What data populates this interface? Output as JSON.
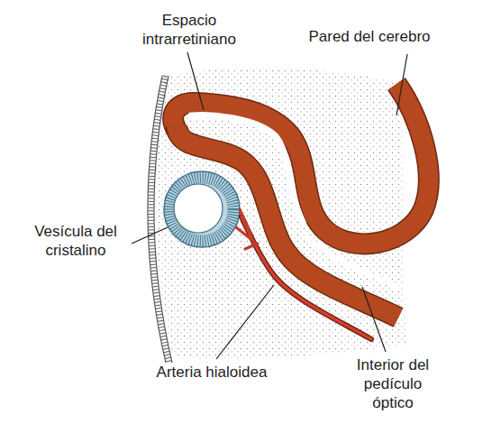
{
  "diagram": {
    "labels": [
      "Espacio intrarretiniano",
      "Pared del cerebro",
      "Vesícula del cristalino",
      "Arteria hialoidea",
      "Interior del pedículo óptico"
    ]
  }
}
